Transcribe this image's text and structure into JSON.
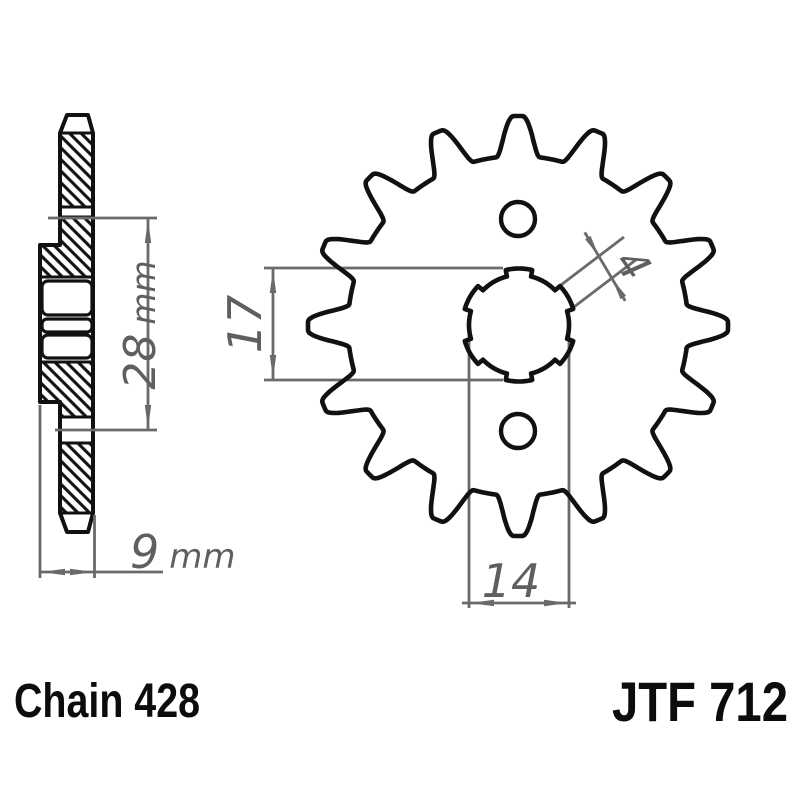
{
  "title_block": {
    "chain": "Chain 428",
    "part_number": "JTF 712"
  },
  "dimensions": {
    "hub_length": {
      "value": "28",
      "unit": "mm"
    },
    "overall_width": {
      "value": "9",
      "unit": "mm"
    },
    "bore_outer": "17",
    "bore_across": "14",
    "notch_width": "4"
  },
  "colors": {
    "drawing_line": "#111111",
    "dimension_line": "#6a6a6a",
    "dimension_text": "#5f5f5f"
  }
}
